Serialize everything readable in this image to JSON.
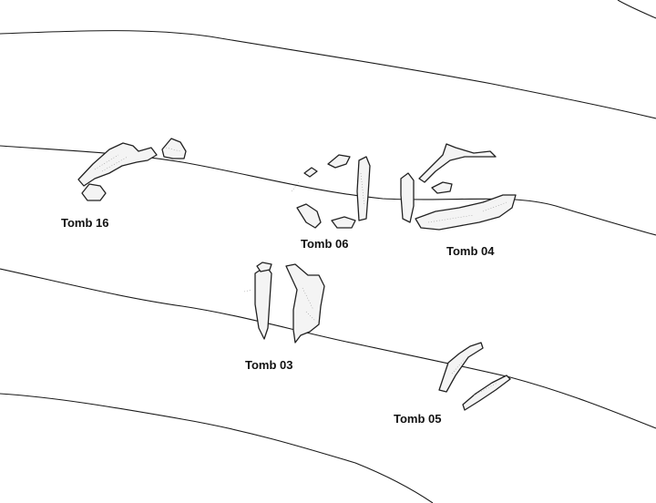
{
  "map": {
    "tombs": [
      {
        "id": "tomb16",
        "label": "Tomb 16"
      },
      {
        "id": "tomb06",
        "label": "Tomb 06"
      },
      {
        "id": "tomb04",
        "label": "Tomb 04"
      },
      {
        "id": "tomb03",
        "label": "Tomb 03"
      },
      {
        "id": "tomb05",
        "label": "Tomb 05"
      }
    ]
  }
}
